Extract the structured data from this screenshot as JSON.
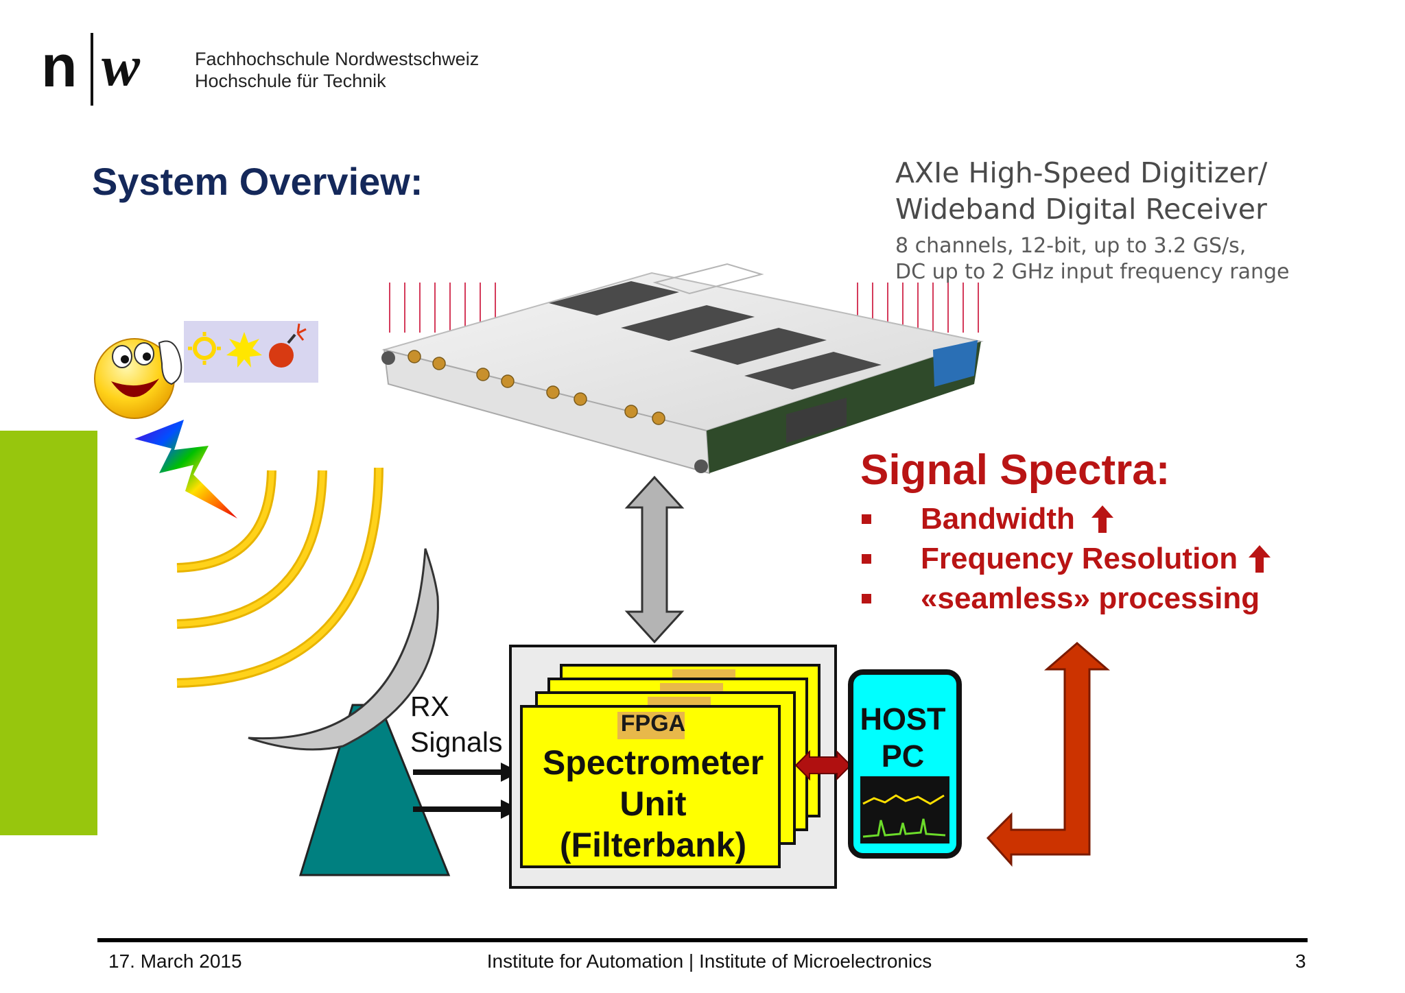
{
  "header": {
    "logo_letters": "n|w",
    "school_line1": "Fachhochschule Nordwestschweiz",
    "school_line2": "Hochschule für Technik"
  },
  "slide": {
    "title": "System Overview:"
  },
  "device": {
    "title_line1": "AXIe High-Speed Digitizer/",
    "title_line2": "Wideband Digital Receiver",
    "spec_line1": "8 channels, 12-bit, up to 3.2 GS/s,",
    "spec_line2": "DC up to 2 GHz input frequency range"
  },
  "spectra": {
    "title": "Signal Spectra:",
    "bullets": [
      {
        "label": "Bandwidth",
        "trend": "up"
      },
      {
        "label": "Frequency Resolution",
        "trend": "up"
      },
      {
        "label": "«seamless» processing"
      }
    ]
  },
  "diagram": {
    "rx_line1": "RX",
    "rx_line2": "Signals",
    "fpga_label": "FPGA",
    "unit_line1": "Spectrometer",
    "unit_line2": "Unit",
    "unit_line3": "(Filterbank)",
    "host_line1": "HOST",
    "host_line2": "PC"
  },
  "footer": {
    "date": "17. March 2015",
    "institute": "Institute for Automation | Institute of Microelectronics",
    "page": "3"
  },
  "colors": {
    "title_navy": "#14285a",
    "accent_red": "#b91414",
    "accent_green": "#97c60d",
    "fpga_yellow": "#ffff00",
    "host_cyan": "#00ffff",
    "dish_teal": "#008080",
    "arrow_orange": "#cc3300"
  }
}
